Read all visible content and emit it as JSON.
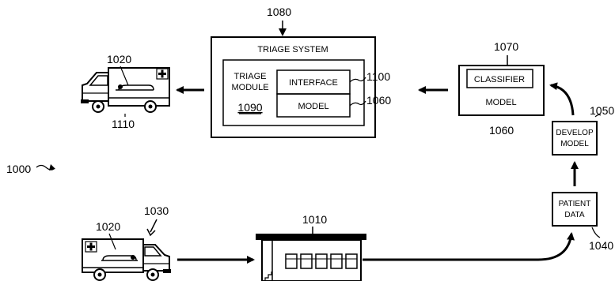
{
  "figure_label": {
    "number": "1000"
  },
  "triage_system": {
    "ref": "1080",
    "title": "TRIAGE SYSTEM",
    "module_line1": "TRIAGE",
    "module_line2": "MODULE",
    "module_ref": "1090",
    "interface": "INTERFACE",
    "interface_ref": "1100",
    "model": "MODEL",
    "model_ref": "1060"
  },
  "classifier_box": {
    "ref_top": "1070",
    "classifier": "CLASSIFIER",
    "model": "MODEL",
    "ref_bottom": "1060"
  },
  "develop_model": {
    "line1": "DEVELOP",
    "line2": "MODEL",
    "ref": "1050"
  },
  "patient_data": {
    "line1": "PATIENT",
    "line2": "DATA",
    "ref": "1040"
  },
  "hospital": {
    "ref": "1010"
  },
  "top_ambulance": {
    "patient_ref": "1020",
    "ambulance_ref": "1110"
  },
  "bottom_ambulance": {
    "group_ref": "1030",
    "patient_ref": "1020"
  }
}
